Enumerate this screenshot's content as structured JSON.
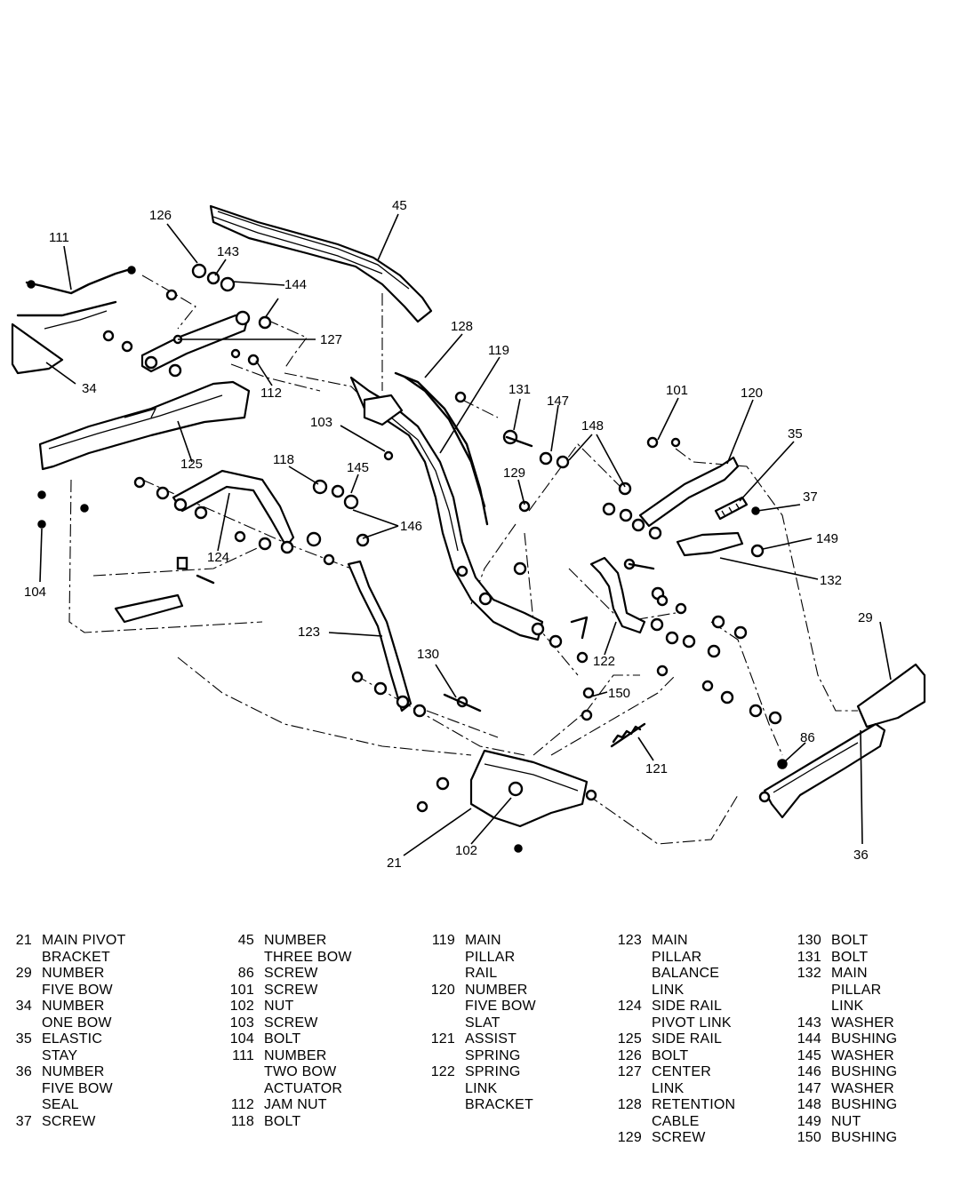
{
  "callouts": [
    {
      "id": "c45",
      "text": "45"
    },
    {
      "id": "c126",
      "text": "126"
    },
    {
      "id": "c111",
      "text": "111"
    },
    {
      "id": "c143",
      "text": "143"
    },
    {
      "id": "c144",
      "text": "144"
    },
    {
      "id": "c127",
      "text": "127"
    },
    {
      "id": "c128",
      "text": "128"
    },
    {
      "id": "c119",
      "text": "119"
    },
    {
      "id": "c34",
      "text": "34"
    },
    {
      "id": "c112",
      "text": "112"
    },
    {
      "id": "c103",
      "text": "103"
    },
    {
      "id": "c131",
      "text": "131"
    },
    {
      "id": "c147",
      "text": "147"
    },
    {
      "id": "c101",
      "text": "101"
    },
    {
      "id": "c120",
      "text": "120"
    },
    {
      "id": "c148",
      "text": "148"
    },
    {
      "id": "c35",
      "text": "35"
    },
    {
      "id": "c125",
      "text": "125"
    },
    {
      "id": "c118",
      "text": "118"
    },
    {
      "id": "c145",
      "text": "145"
    },
    {
      "id": "c129",
      "text": "129"
    },
    {
      "id": "c37",
      "text": "37"
    },
    {
      "id": "c146",
      "text": "146"
    },
    {
      "id": "c149",
      "text": "149"
    },
    {
      "id": "c124",
      "text": "124"
    },
    {
      "id": "c132",
      "text": "132"
    },
    {
      "id": "c104",
      "text": "104"
    },
    {
      "id": "c29",
      "text": "29"
    },
    {
      "id": "c123",
      "text": "123"
    },
    {
      "id": "c122",
      "text": "122"
    },
    {
      "id": "c130",
      "text": "130"
    },
    {
      "id": "c150",
      "text": "150"
    },
    {
      "id": "c121",
      "text": "121"
    },
    {
      "id": "c86",
      "text": "86"
    },
    {
      "id": "c21",
      "text": "21"
    },
    {
      "id": "c102",
      "text": "102"
    },
    {
      "id": "c36",
      "text": "36"
    }
  ],
  "legend": {
    "columns": [
      [
        {
          "num": "21",
          "name": "MAIN PIVOT\nBRACKET"
        },
        {
          "num": "29",
          "name": "NUMBER\nFIVE BOW"
        },
        {
          "num": "34",
          "name": "NUMBER\nONE BOW"
        },
        {
          "num": "35",
          "name": "ELASTIC\nSTAY"
        },
        {
          "num": "36",
          "name": "NUMBER\nFIVE BOW\nSEAL"
        },
        {
          "num": "37",
          "name": "SCREW"
        }
      ],
      [
        {
          "num": "45",
          "name": "NUMBER\nTHREE BOW"
        },
        {
          "num": "86",
          "name": "SCREW"
        },
        {
          "num": "101",
          "name": "SCREW"
        },
        {
          "num": "102",
          "name": "NUT"
        },
        {
          "num": "103",
          "name": "SCREW"
        },
        {
          "num": "104",
          "name": "BOLT"
        },
        {
          "num": "111",
          "name": "NUMBER\nTWO BOW\nACTUATOR"
        },
        {
          "num": "112",
          "name": "JAM NUT"
        },
        {
          "num": "118",
          "name": "BOLT"
        }
      ],
      [
        {
          "num": "119",
          "name": "MAIN\nPILLAR\nRAIL"
        },
        {
          "num": "120",
          "name": "NUMBER\nFIVE BOW\nSLAT"
        },
        {
          "num": "121",
          "name": "ASSIST\nSPRING"
        },
        {
          "num": "122",
          "name": "SPRING\nLINK\nBRACKET"
        }
      ],
      [
        {
          "num": "123",
          "name": "MAIN\nPILLAR\nBALANCE\nLINK"
        },
        {
          "num": "124",
          "name": "SIDE RAIL\nPIVOT LINK"
        },
        {
          "num": "125",
          "name": "SIDE RAIL"
        },
        {
          "num": "126",
          "name": "BOLT"
        },
        {
          "num": "127",
          "name": "CENTER\nLINK"
        },
        {
          "num": "128",
          "name": "RETENTION\nCABLE"
        },
        {
          "num": "129",
          "name": "SCREW"
        }
      ],
      [
        {
          "num": "130",
          "name": "BOLT"
        },
        {
          "num": "131",
          "name": "BOLT"
        },
        {
          "num": "132",
          "name": "MAIN\nPILLAR\nLINK"
        },
        {
          "num": "143",
          "name": "WASHER"
        },
        {
          "num": "144",
          "name": "BUSHING"
        },
        {
          "num": "145",
          "name": "WASHER"
        },
        {
          "num": "146",
          "name": "BUSHING"
        },
        {
          "num": "147",
          "name": "WASHER"
        },
        {
          "num": "148",
          "name": "BUSHING"
        },
        {
          "num": "149",
          "name": "NUT"
        },
        {
          "num": "150",
          "name": "BUSHING"
        }
      ]
    ]
  }
}
